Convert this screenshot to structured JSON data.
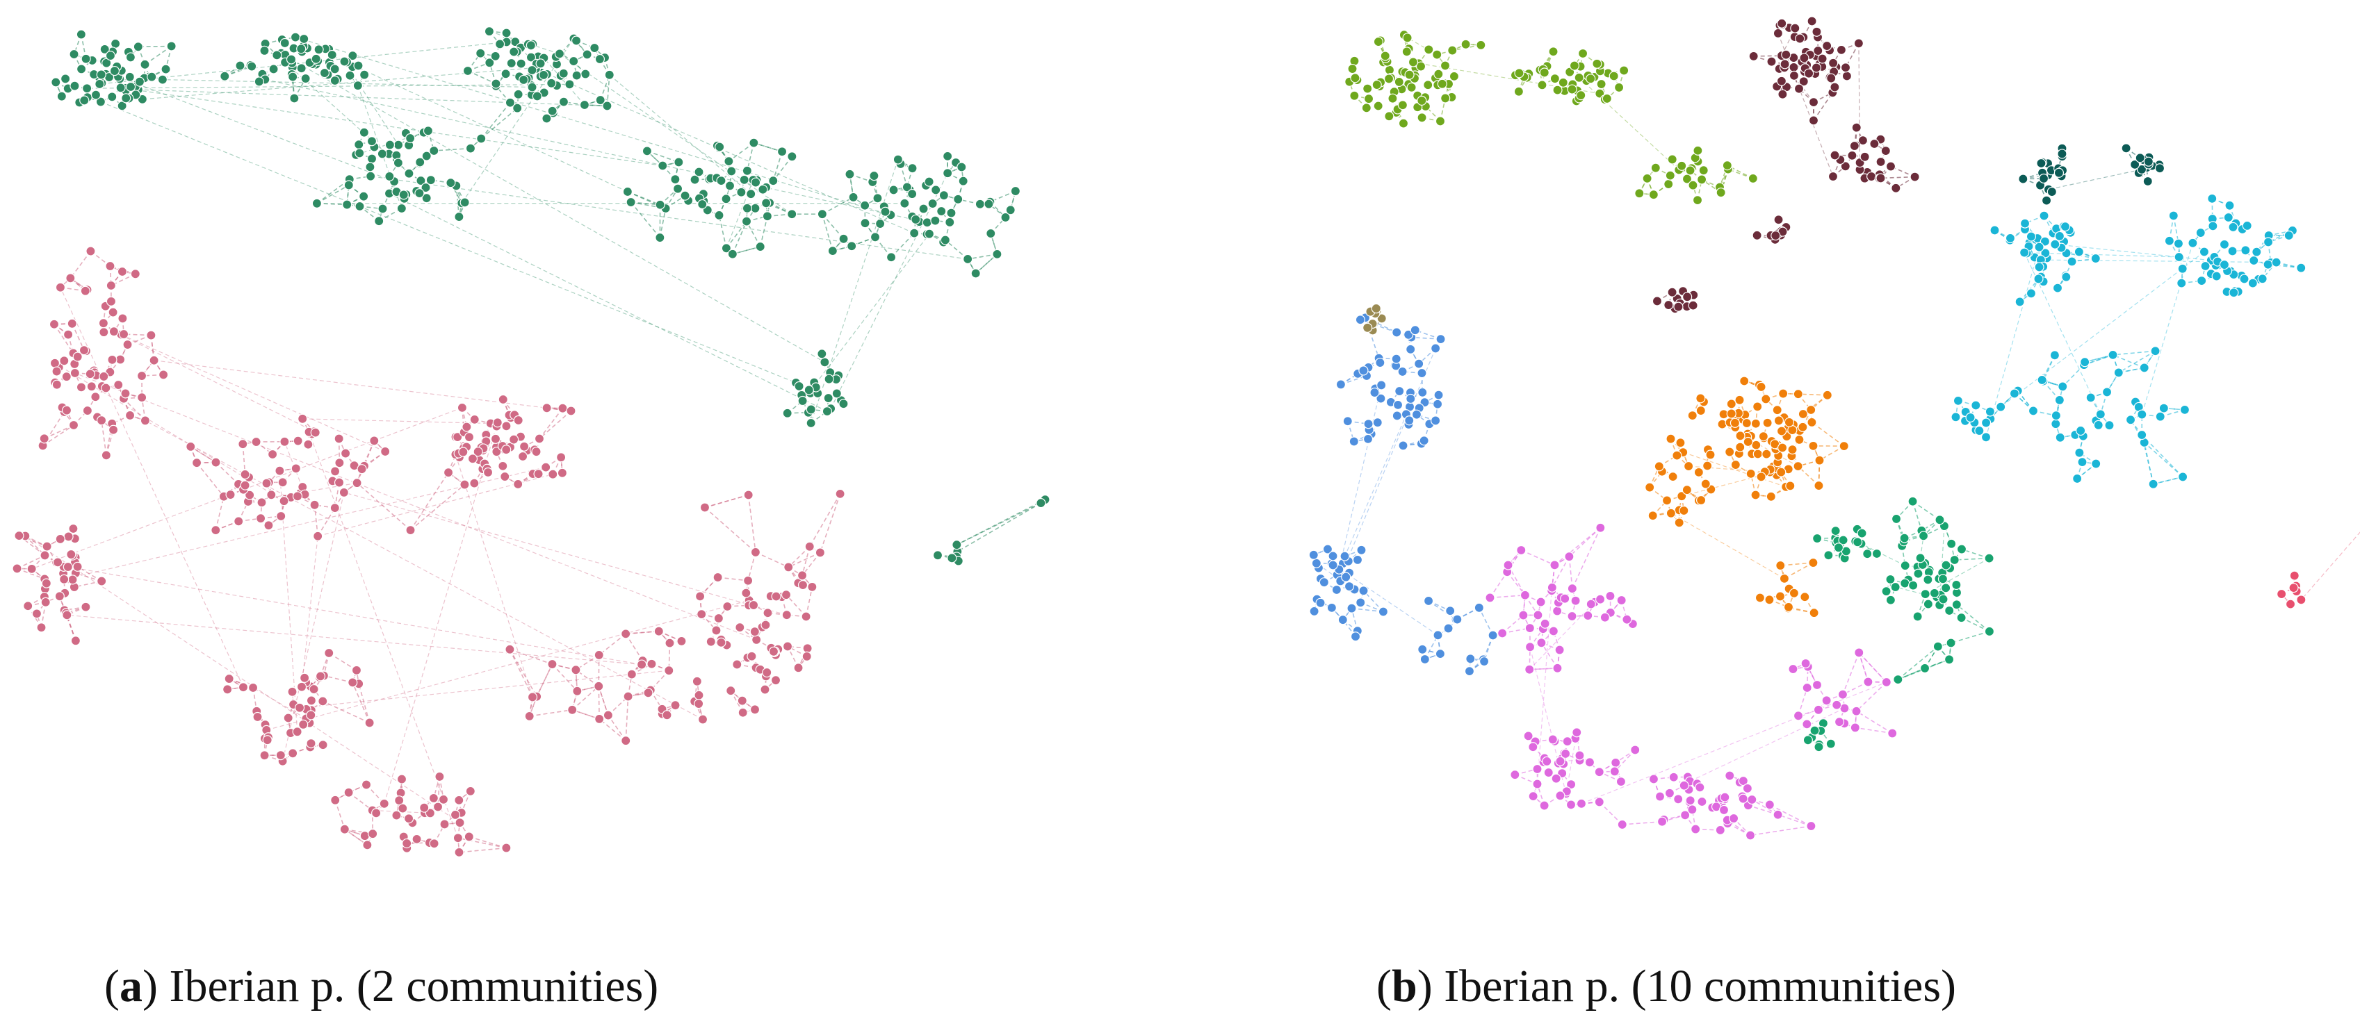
{
  "panels": [
    {
      "letter": "a",
      "caption": "Iberian p. (2 communities)",
      "communities": [
        {
          "color": "#2e8b63"
        },
        {
          "color": "#d06a85"
        }
      ]
    },
    {
      "letter": "b",
      "caption": "Iberian p. (10 communities)",
      "communities": [
        {
          "color": "#6fa81d"
        },
        {
          "color": "#6b2c3a"
        },
        {
          "color": "#0c5b56"
        },
        {
          "color": "#1ab5d6"
        },
        {
          "color": "#4f8fde"
        },
        {
          "color": "#f07f0a"
        },
        {
          "color": "#de68de"
        },
        {
          "color": "#18a36f"
        },
        {
          "color": "#9a8a52"
        },
        {
          "color": "#e84f6e"
        }
      ]
    }
  ]
}
